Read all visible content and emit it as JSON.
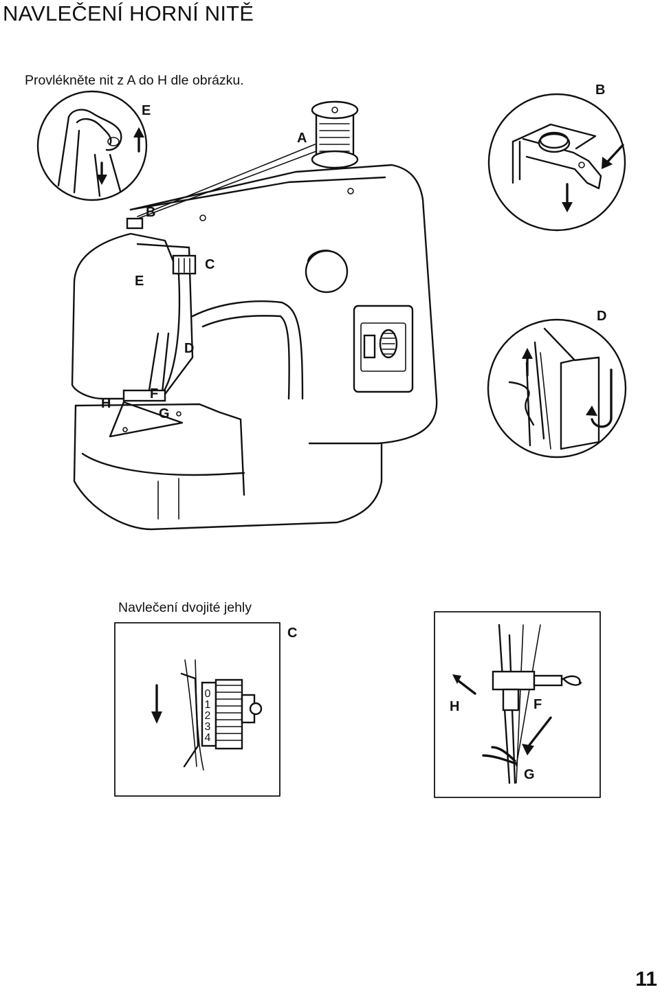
{
  "page": {
    "title": "NAVLEČENÍ HORNÍ NITĚ",
    "intro": "Provlékněte nit z A do H dle obrázku.",
    "subtitle": "Navlečení dvojité jehly",
    "page_number": "11"
  },
  "main_figure": {
    "labels": [
      "A",
      "B",
      "C",
      "D",
      "E",
      "F",
      "G",
      "H"
    ]
  },
  "detail_figures": {
    "E": {
      "label": "E"
    },
    "B": {
      "label": "B"
    },
    "D": {
      "label": "D"
    },
    "C": {
      "label": "C",
      "dial_numbers": [
        "0",
        "1",
        "2",
        "3",
        "4"
      ]
    },
    "needle": {
      "labels": [
        "H",
        "F",
        "G"
      ]
    }
  }
}
